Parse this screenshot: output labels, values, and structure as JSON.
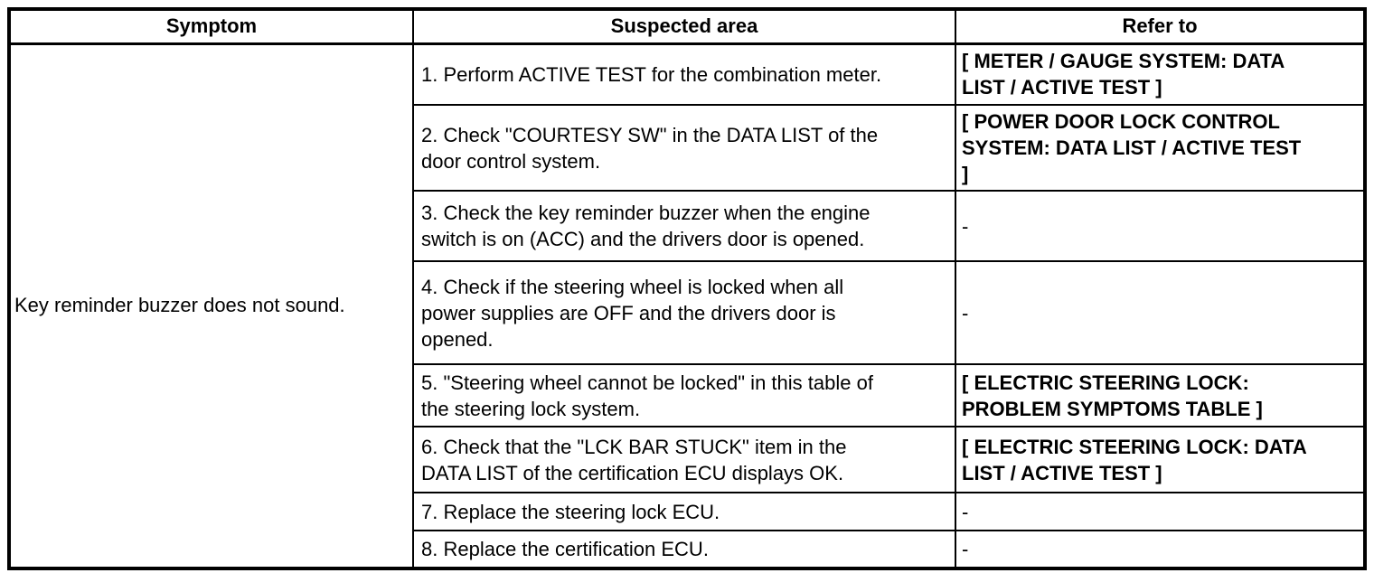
{
  "colors": {
    "border": "#000000",
    "text": "#000000",
    "background": "#ffffff"
  },
  "table": {
    "columns": [
      {
        "label": "Symptom"
      },
      {
        "label": "Suspected area"
      },
      {
        "label": "Refer to"
      }
    ],
    "symptom": "Key reminder buzzer does not sound.",
    "rows": [
      {
        "suspected_area": "1. Perform ACTIVE TEST for the combination meter.",
        "refer_to": "[ METER / GAUGE SYSTEM: DATA\nLIST / ACTIVE TEST ]",
        "refer_is_reference": true
      },
      {
        "suspected_area": "2. Check \"COURTESY SW\" in the DATA LIST of the\ndoor control system.",
        "refer_to": "[ POWER DOOR LOCK CONTROL\nSYSTEM: DATA LIST / ACTIVE TEST\n]",
        "refer_is_reference": true
      },
      {
        "suspected_area": "3. Check the key reminder buzzer when the engine\nswitch is on (ACC) and the drivers door is opened.",
        "refer_to": "-",
        "refer_is_reference": false
      },
      {
        "suspected_area": "4. Check if the steering wheel is locked when all\npower supplies are OFF and the drivers door is\nopened.",
        "refer_to": "-",
        "refer_is_reference": false
      },
      {
        "suspected_area": "5. \"Steering wheel cannot be locked\" in this table of\nthe steering lock system.",
        "refer_to": "[ ELECTRIC STEERING LOCK:\nPROBLEM SYMPTOMS TABLE ]",
        "refer_is_reference": true
      },
      {
        "suspected_area": "6. Check that the \"LCK BAR STUCK\" item in the\nDATA LIST of the certification ECU displays OK.",
        "refer_to": "[ ELECTRIC STEERING LOCK: DATA\nLIST / ACTIVE TEST ]",
        "refer_is_reference": true
      },
      {
        "suspected_area": "7. Replace the steering lock ECU.",
        "refer_to": "-",
        "refer_is_reference": false
      },
      {
        "suspected_area": "8. Replace the certification ECU.",
        "refer_to": "-",
        "refer_is_reference": false
      }
    ]
  }
}
